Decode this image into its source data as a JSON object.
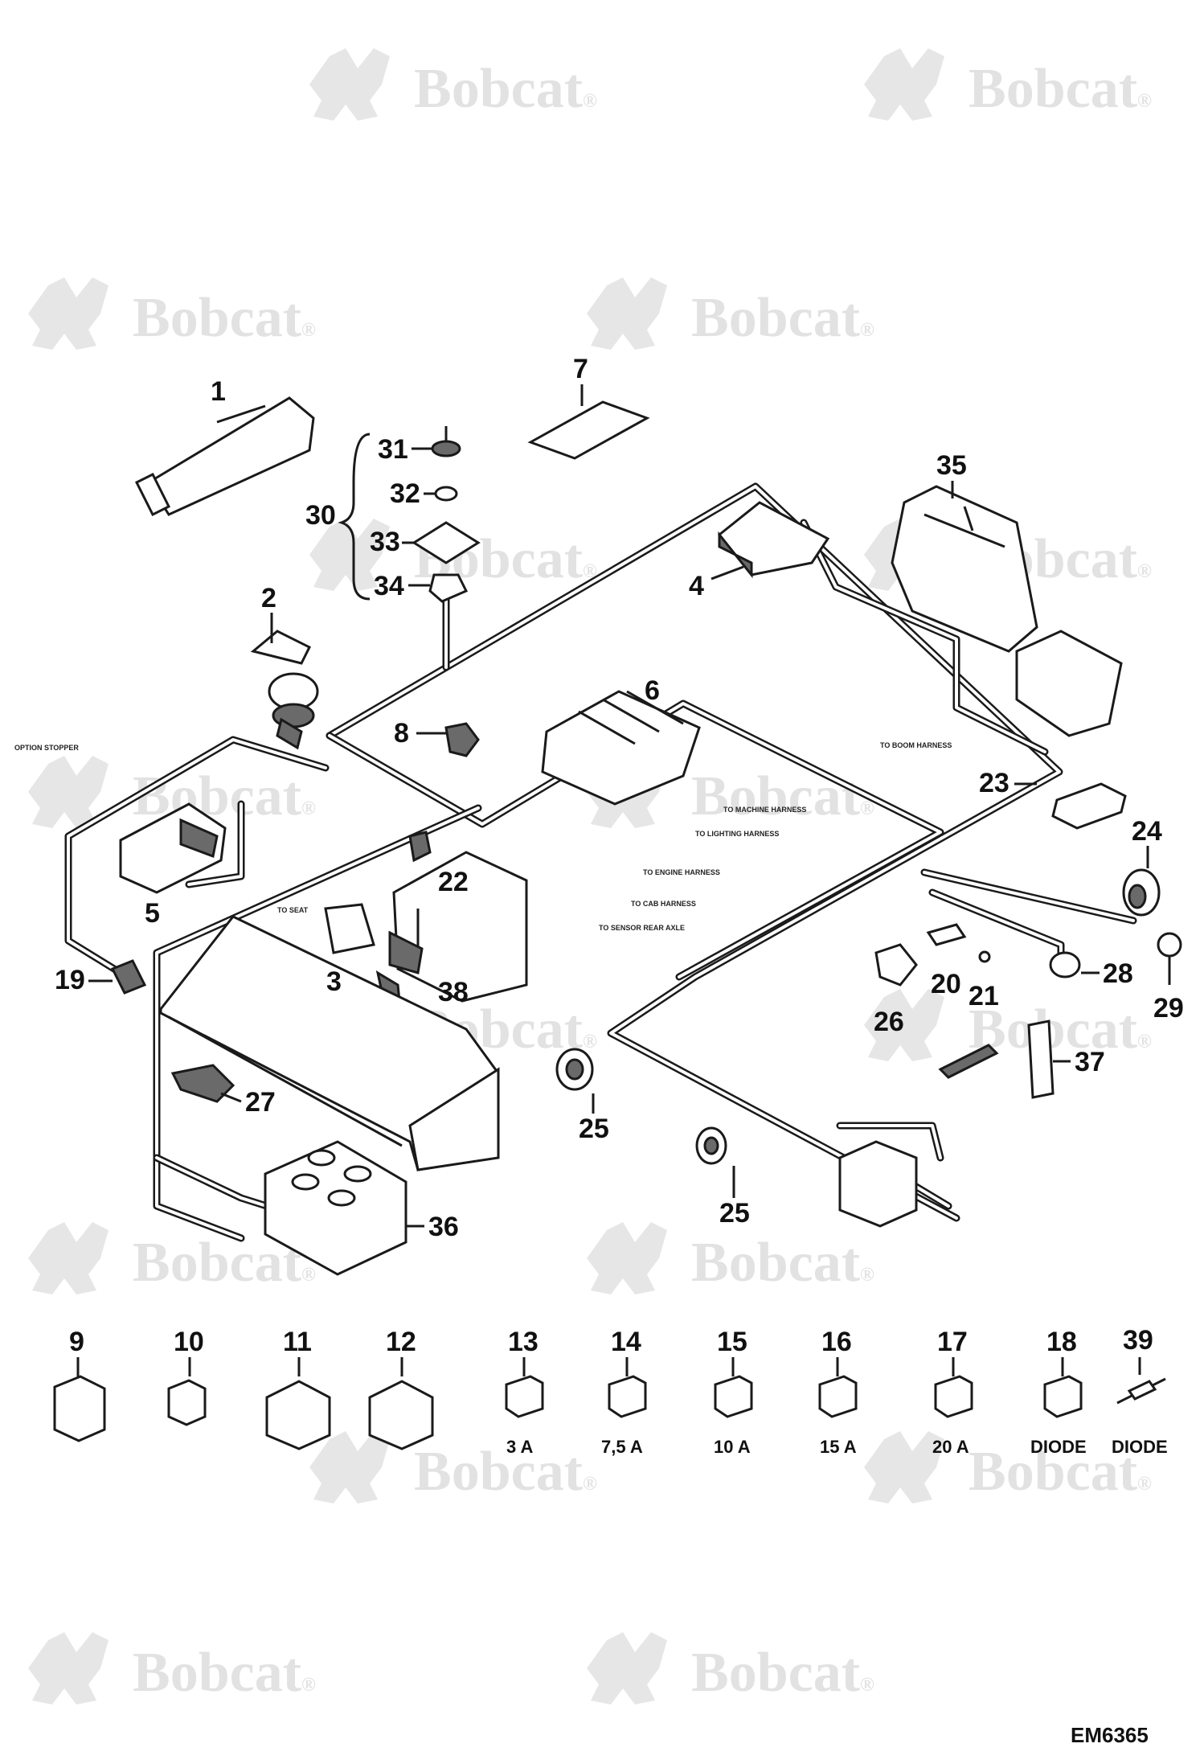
{
  "watermark": {
    "brand": "Bobcat",
    "registered_mark": "®"
  },
  "diagram_id": "EM6365",
  "callouts": {
    "c1": "1",
    "c2": "2",
    "c3": "3",
    "c4": "4",
    "c5": "5",
    "c6": "6",
    "c7": "7",
    "c8": "8",
    "c9": "9",
    "c10": "10",
    "c11": "11",
    "c12": "12",
    "c13": "13",
    "c14": "14",
    "c15": "15",
    "c16": "16",
    "c17": "17",
    "c18": "18",
    "c19": "19",
    "c20": "20",
    "c21": "21",
    "c22": "22",
    "c23": "23",
    "c24": "24",
    "c25a": "25",
    "c25b": "25",
    "c26": "26",
    "c27": "27",
    "c28": "28",
    "c29": "29",
    "c30": "30",
    "c31": "31",
    "c32": "32",
    "c33": "33",
    "c34": "34",
    "c35": "35",
    "c36": "36",
    "c37": "37",
    "c38": "38",
    "c39": "39"
  },
  "fuse_ratings": {
    "f13": "3 A",
    "f14": "7,5 A",
    "f15": "10 A",
    "f16": "15 A",
    "f17": "20 A",
    "f18": "DIODE",
    "f39": "DIODE"
  },
  "harness_tags": {
    "to_machine": "TO MACHINE HARNESS",
    "to_lighting": "TO LIGHTING HARNESS",
    "to_engine": "TO ENGINE HARNESS",
    "to_cab": "TO CAB HARNESS",
    "to_sensor": "TO SENSOR REAR AXLE",
    "to_boom": "TO BOOM HARNESS",
    "to_seat": "TO SEAT",
    "option_stopper": "OPTION STOPPER"
  }
}
